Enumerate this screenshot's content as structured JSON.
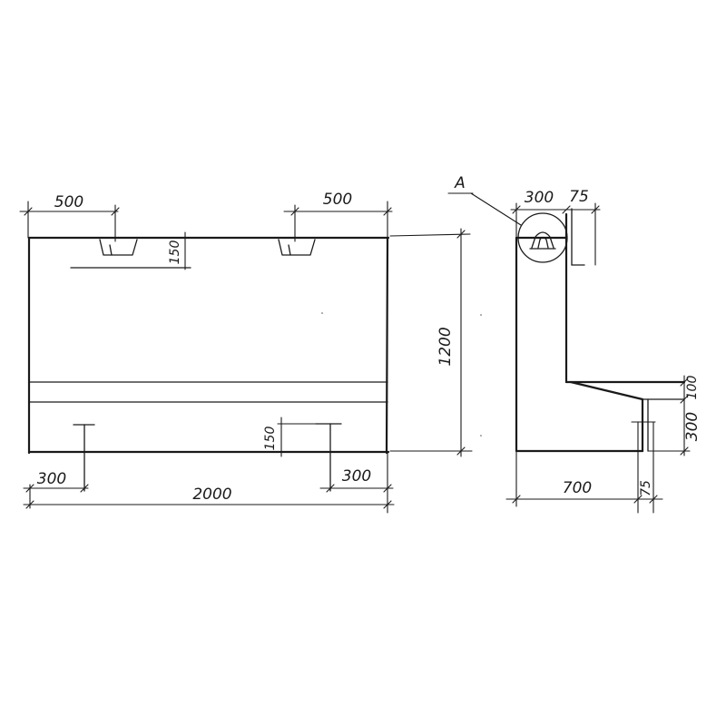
{
  "front_view": {
    "dim_left_top": "500",
    "dim_right_top": "500",
    "dim_recess_depth_top": "150",
    "dim_recess_depth_bottom": "150",
    "dim_left_bottom": "300",
    "dim_right_bottom": "300",
    "dim_overall_width": "2000",
    "dim_overall_height": "1200"
  },
  "side_view": {
    "detail_callout": "A",
    "dim_top_width": "300",
    "dim_top_offset": "75",
    "dim_step": "100",
    "dim_foot_height": "300",
    "dim_base_width": "700",
    "dim_base_offset": "75"
  }
}
